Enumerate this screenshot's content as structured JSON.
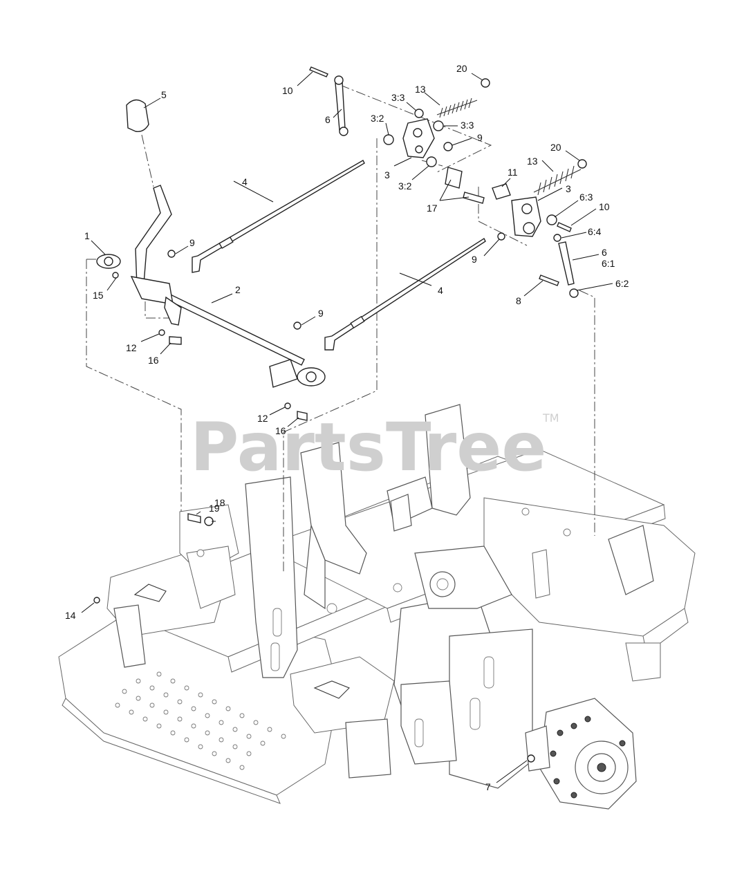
{
  "watermark": {
    "brand": "PartsTree",
    "trademark": "TM"
  },
  "callouts": [
    {
      "id": "c1",
      "text": "1"
    },
    {
      "id": "c2",
      "text": "2"
    },
    {
      "id": "c3a",
      "text": "3"
    },
    {
      "id": "c3b",
      "text": "3"
    },
    {
      "id": "c32a",
      "text": "3:2"
    },
    {
      "id": "c32b",
      "text": "3:2"
    },
    {
      "id": "c33a",
      "text": "3:3"
    },
    {
      "id": "c33b",
      "text": "3:3"
    },
    {
      "id": "c4a",
      "text": "4"
    },
    {
      "id": "c4b",
      "text": "4"
    },
    {
      "id": "c5",
      "text": "5"
    },
    {
      "id": "c6a",
      "text": "6"
    },
    {
      "id": "c6b",
      "text": "6"
    },
    {
      "id": "c61",
      "text": "6:1"
    },
    {
      "id": "c62",
      "text": "6:2"
    },
    {
      "id": "c63",
      "text": "6:3"
    },
    {
      "id": "c64",
      "text": "6:4"
    },
    {
      "id": "c7",
      "text": "7"
    },
    {
      "id": "c8",
      "text": "8"
    },
    {
      "id": "c9a",
      "text": "9"
    },
    {
      "id": "c9b",
      "text": "9"
    },
    {
      "id": "c9c",
      "text": "9"
    },
    {
      "id": "c9d",
      "text": "9"
    },
    {
      "id": "c10a",
      "text": "10"
    },
    {
      "id": "c10b",
      "text": "10"
    },
    {
      "id": "c11",
      "text": "11"
    },
    {
      "id": "c12a",
      "text": "12"
    },
    {
      "id": "c12b",
      "text": "12"
    },
    {
      "id": "c13a",
      "text": "13"
    },
    {
      "id": "c13b",
      "text": "13"
    },
    {
      "id": "c14",
      "text": "14"
    },
    {
      "id": "c15",
      "text": "15"
    },
    {
      "id": "c16a",
      "text": "16"
    },
    {
      "id": "c16b",
      "text": "16"
    },
    {
      "id": "c17",
      "text": "17"
    },
    {
      "id": "c18",
      "text": "18"
    },
    {
      "id": "c19",
      "text": "19"
    },
    {
      "id": "c20a",
      "text": "20"
    },
    {
      "id": "c20b",
      "text": "20"
    }
  ]
}
